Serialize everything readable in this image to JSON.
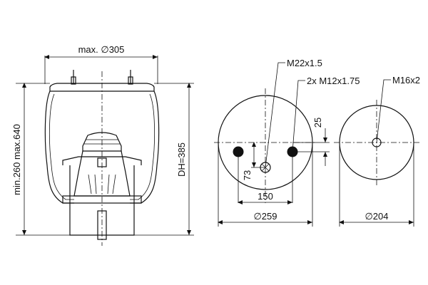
{
  "dimensions": {
    "max_diameter": "max. ∅305",
    "height_range": "min.260  max.640",
    "design_height": "DH=385",
    "thread_center": "M22x1.5",
    "thread_side": "2x M12x1.75",
    "thread_bottom": "M16x2",
    "offset_25": "25",
    "offset_73": "73",
    "spacing_150": "150",
    "top_diameter": "∅259",
    "bottom_diameter": "∅204"
  },
  "colors": {
    "line": "#111111",
    "background": "#ffffff"
  }
}
